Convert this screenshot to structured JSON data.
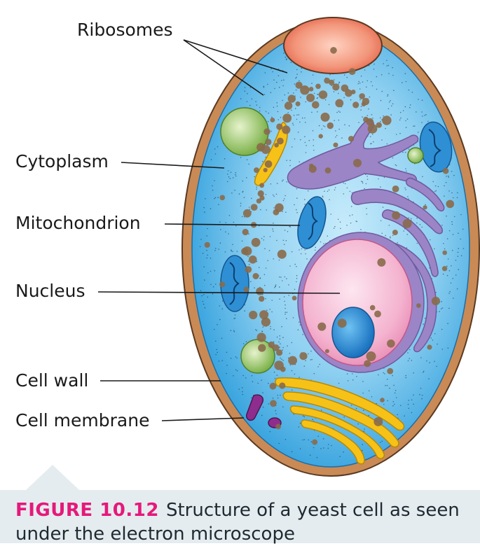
{
  "labels": {
    "ribosomes": "Ribosomes",
    "cytoplasm": "Cytoplasm",
    "mitochondrion": "Mitochondrion",
    "nucleus": "Nucleus",
    "cell_wall": "Cell wall",
    "cell_membrane": "Cell membrane"
  },
  "caption": {
    "figure_number": "FIGURE 10.12",
    "text": "Structure of a yeast cell as seen under the electron microscope"
  },
  "colors": {
    "cell_wall": "#c98a55",
    "cytoplasm": "#3aa8e0",
    "cytoplasm_light": "#a9dcf5",
    "vacuole": "#f08a6a",
    "nucleus": "#f1a9c8",
    "nucleolus": "#2a8ed6",
    "er": "#9b85c6",
    "golgi": "#f7c218",
    "mitochondrion": "#1e7fc4",
    "ribosome": "#8a6a4a",
    "green_body": "#8bc34a",
    "purple_body": "#8e2d8e",
    "caption_bg": "#e4ecf0",
    "figure_number": "#e5197a"
  }
}
